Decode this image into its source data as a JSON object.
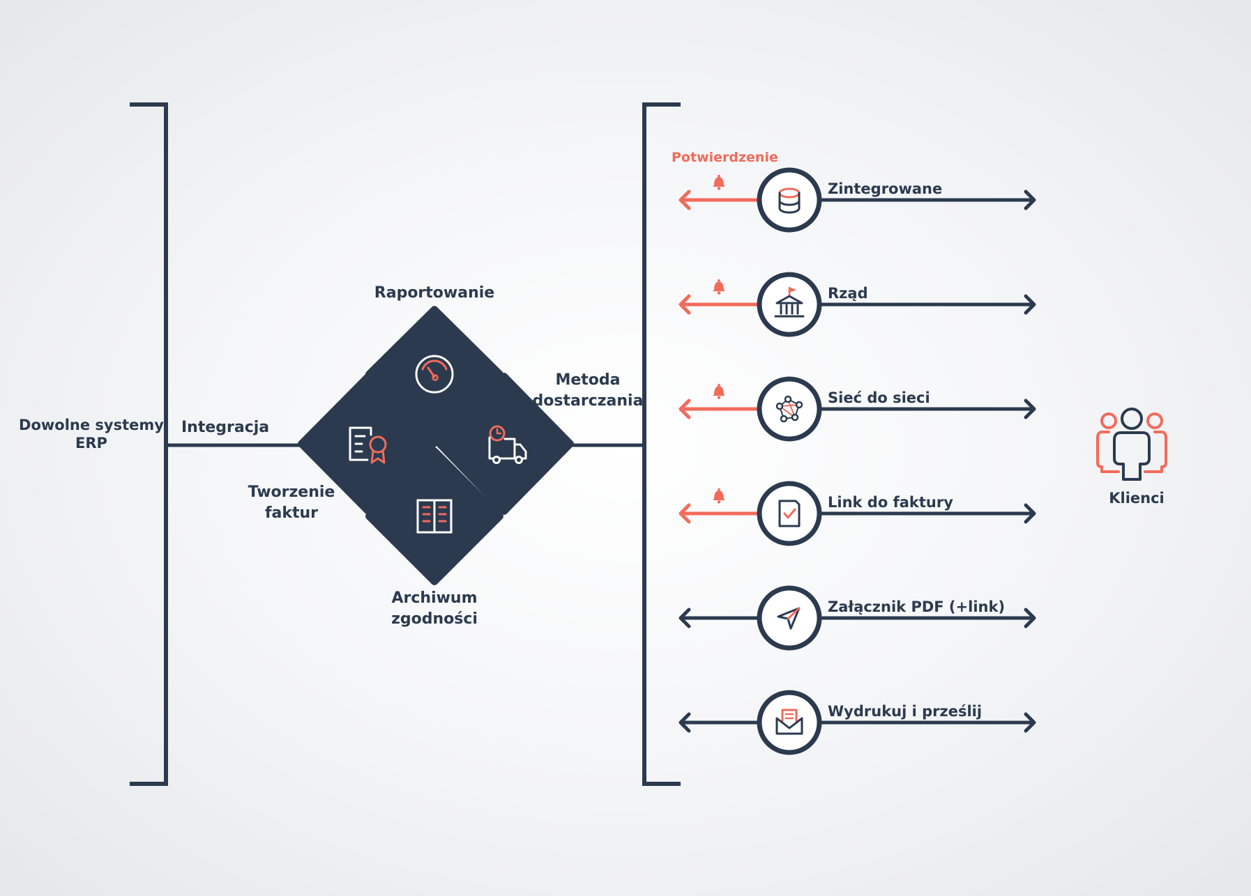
{
  "left": {
    "erp_label_line1": "Dowolne systemy",
    "erp_label_line2": "ERP",
    "integration_label": "Integracja"
  },
  "center": {
    "reporting_label": "Raportowanie",
    "invoice_creation_line1": "Tworzenie",
    "invoice_creation_line2": "faktur",
    "archive_line1": "Archiwum",
    "archive_line2": "zgodności",
    "delivery_line1": "Metoda",
    "delivery_line2": "dostarczania"
  },
  "delivery": {
    "confirmation_label": "Potwierdzenie",
    "methods": [
      {
        "label": "Zintegrowane",
        "icon": "database-icon",
        "confirmation": true
      },
      {
        "label": "Rząd",
        "icon": "government-building-icon",
        "confirmation": true
      },
      {
        "label": "Sieć do sieci",
        "icon": "network-icon",
        "confirmation": true
      },
      {
        "label": "Link do faktury",
        "icon": "invoice-check-icon",
        "confirmation": true
      },
      {
        "label": "Załącznik PDF (+link)",
        "icon": "paper-plane-icon",
        "confirmation": false
      },
      {
        "label": "Wydrukuj i prześlij",
        "icon": "mail-envelope-icon",
        "confirmation": false
      }
    ]
  },
  "clients": {
    "label": "Klienci",
    "icon": "people-group-icon"
  },
  "colors": {
    "navy": "#2b3a4e",
    "accent": "#f26b5b"
  }
}
